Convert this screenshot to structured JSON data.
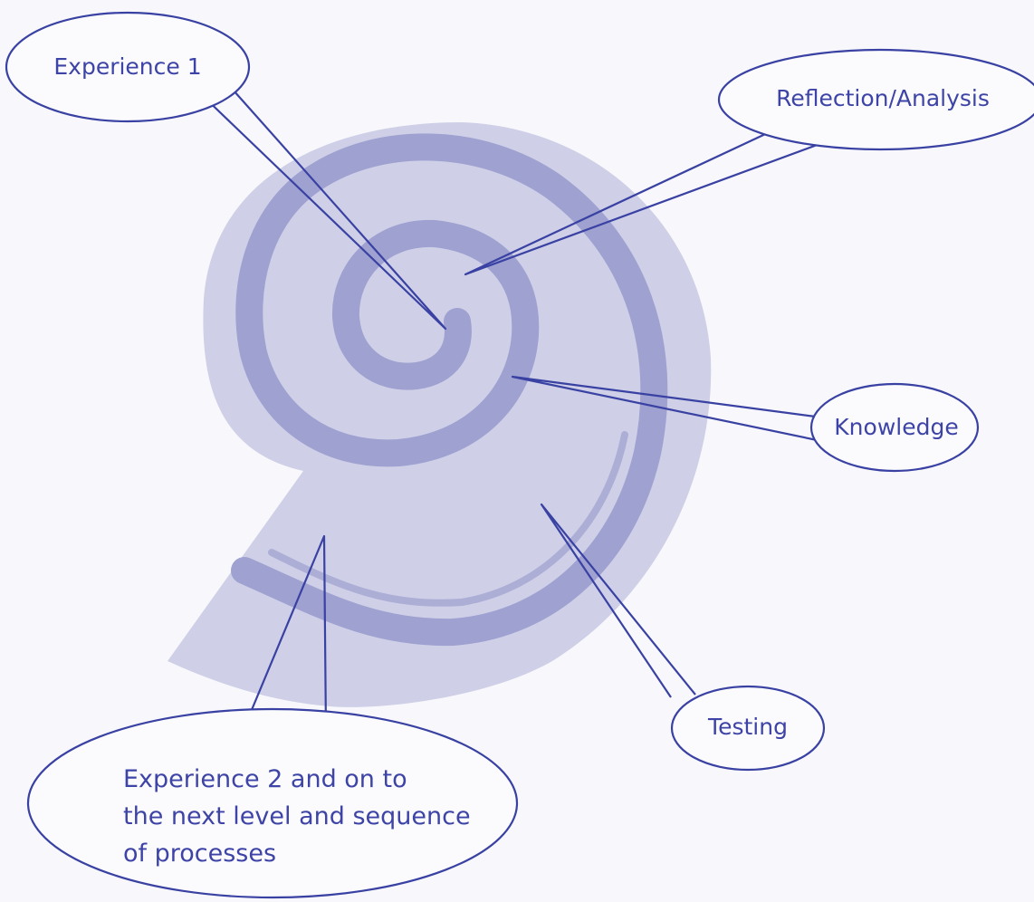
{
  "diagram": {
    "labels": {
      "experience_1": "Experience 1",
      "reflection_analysis": "Reflection/Analysis",
      "knowledge": "Knowledge",
      "testing": "Testing",
      "experience_2_line1": "Experience 2 and on to",
      "experience_2_line2": "the next level and sequence",
      "experience_2_line3": "of processes"
    },
    "colors": {
      "background": "#f8f8fc",
      "shell_fill": "#cfd0e7",
      "spiral_stroke": "#9fa1d1",
      "callout_stroke": "#3941a3",
      "text": "#3d44a6"
    }
  }
}
